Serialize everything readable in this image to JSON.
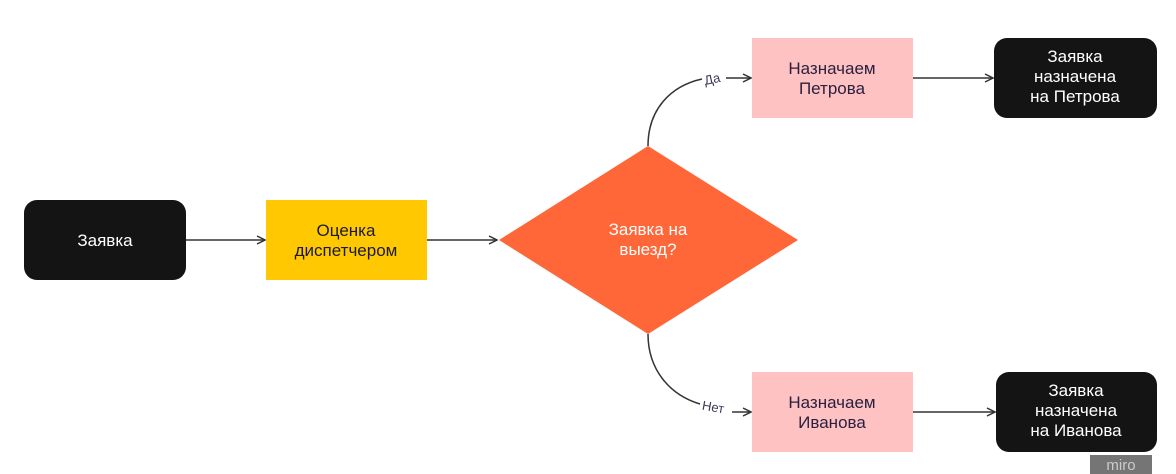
{
  "colors": {
    "terminal": "#141414",
    "process": "#FFC800",
    "decision": "#FF6638",
    "assign": "#FFC2C2",
    "line": "#333333"
  },
  "nodes": {
    "start": {
      "lines": [
        "Заявка"
      ]
    },
    "evaluate": {
      "lines": [
        "Оценка",
        "диспетчером"
      ]
    },
    "decision": {
      "lines": [
        "Заявка на",
        "выезд?"
      ]
    },
    "assign_petrov": {
      "lines": [
        "Назначаем",
        "Петрова"
      ]
    },
    "assign_ivanov": {
      "lines": [
        "Назначаем",
        "Иванова"
      ]
    },
    "result_petrov": {
      "lines": [
        "Заявка",
        "назначена",
        "на Петрова"
      ]
    },
    "result_ivanov": {
      "lines": [
        "Заявка",
        "назначена",
        "на Иванова"
      ]
    }
  },
  "edges": {
    "yes": "Да",
    "no": "Нет"
  },
  "watermark": "miro"
}
